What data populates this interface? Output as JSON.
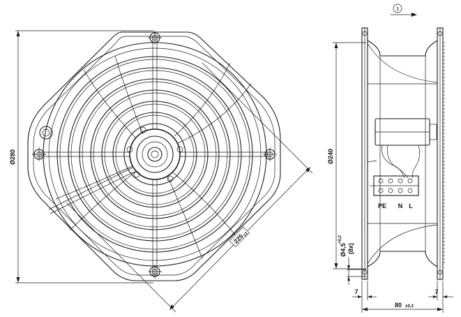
{
  "front_view": {
    "outer_diameter": "Ø280",
    "diagonal_value": "225",
    "diagonal_tol": "±1"
  },
  "side_view": {
    "view_marker": "1",
    "height_diameter": "Ø240",
    "hole_diameter": "Ø4,5",
    "hole_tol": "+0,2",
    "hole_count": "(8x)",
    "flange_left": "7",
    "flange_right": "7",
    "depth_value": "80",
    "depth_tol": "±0,3",
    "terminal_pe": "PE",
    "terminal_n": "N",
    "terminal_l": "L"
  }
}
